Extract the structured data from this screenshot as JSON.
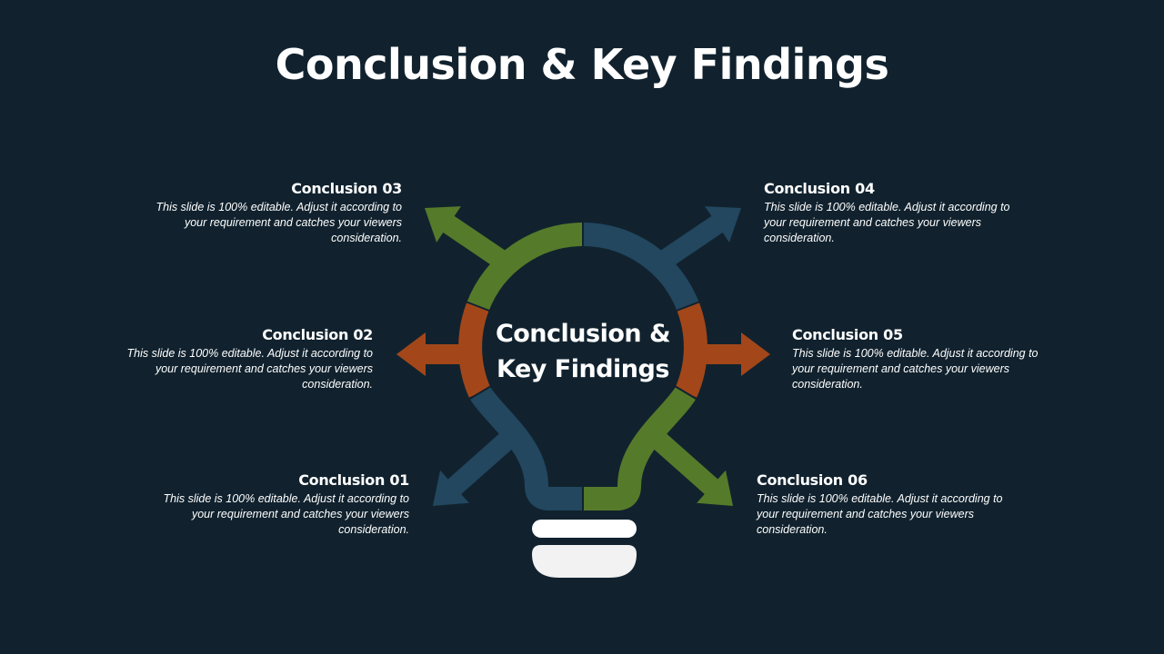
{
  "title": "Conclusion & Key Findings",
  "center_label": "Conclusion & Key Findings",
  "colors": {
    "background": "#11222e",
    "green": "#557a2a",
    "blue": "#22475f",
    "orange": "#a3471a",
    "bulb_base": "#f2f2f2"
  },
  "items": [
    {
      "heading": "Conclusion 01",
      "text": "This slide is 100% editable. Adjust it according to your requirement and catches your viewers consideration."
    },
    {
      "heading": "Conclusion 02",
      "text": "This slide is 100% editable. Adjust it according to your requirement and catches your viewers consideration."
    },
    {
      "heading": "Conclusion 03",
      "text": "This slide is 100% editable. Adjust it according to your requirement and catches your viewers consideration."
    },
    {
      "heading": "Conclusion 04",
      "text": "This slide is 100% editable. Adjust it according to your requirement and catches your viewers consideration."
    },
    {
      "heading": "Conclusion 05",
      "text": "This slide is 100% editable. Adjust it according to your requirement and catches your viewers consideration."
    },
    {
      "heading": "Conclusion 06",
      "text": "This slide is 100% editable. Adjust it according to your requirement and catches your viewers consideration."
    }
  ]
}
